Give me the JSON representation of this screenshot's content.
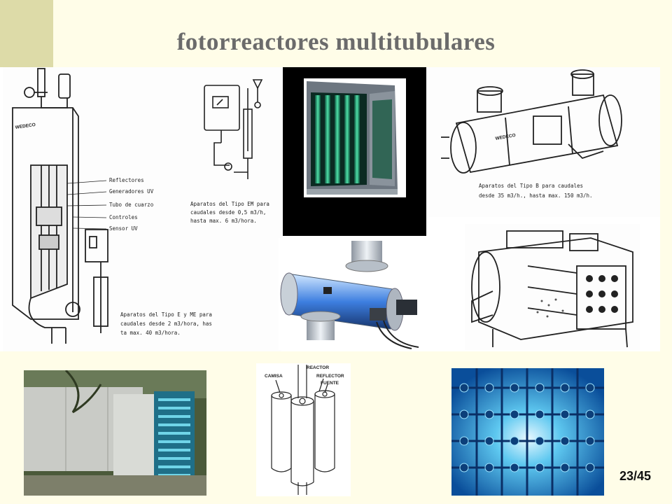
{
  "slide": {
    "title": "fotorreactores  multitubulares",
    "page_number": "23/45"
  },
  "diagram_type_e": {
    "brand": "WEDECO",
    "labels": [
      "Reflectores",
      "Generadores UV",
      "Tubo de cuarzo",
      "Controles",
      "Sensor UV"
    ],
    "caption": [
      "Aparatos del Tipo E y ME para",
      "caudales desde 2 m3/hora, has",
      "ta max. 40 m3/hora."
    ]
  },
  "diagram_type_em": {
    "caption": [
      "Aparatos del Tipo EM para",
      "caudales desde 0,5 m3/h,",
      "hasta max. 6 m3/hora."
    ]
  },
  "diagram_type_b": {
    "brand": "WEDECO",
    "caption": [
      "Aparatos del Tipo B para caudales",
      "desde 35 m3/h., hasta max. 150 m3/h."
    ]
  },
  "diagram_cross_section": {
    "labels": [
      "REACTOR",
      "CAMISA",
      "REFLECTOR",
      "FUENTE"
    ]
  }
}
